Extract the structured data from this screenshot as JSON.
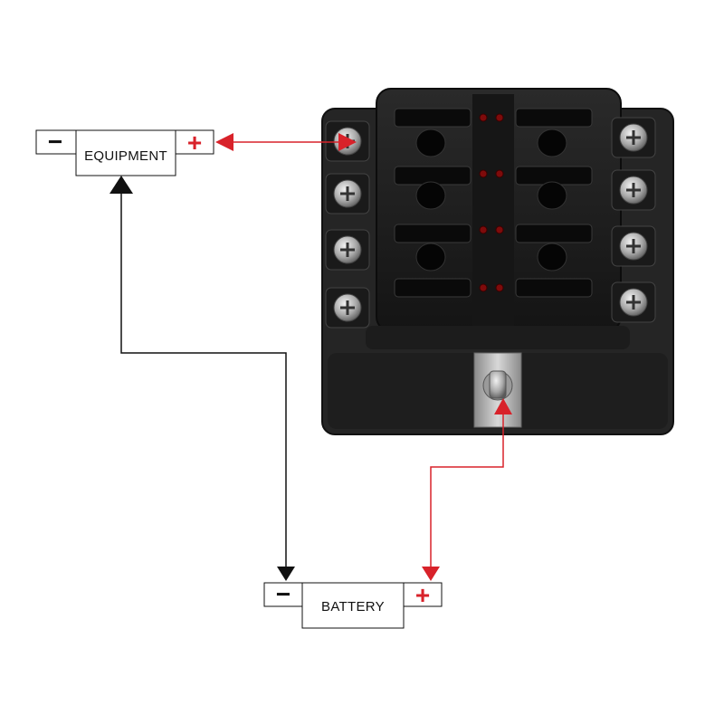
{
  "equipment": {
    "label": "EQUIPMENT",
    "negative_symbol": "−",
    "positive_symbol": "+"
  },
  "battery": {
    "label": "BATTERY",
    "negative_symbol": "−",
    "positive_symbol": "+"
  },
  "colors": {
    "positive_wire": "#d8222a",
    "negative_wire": "#111111",
    "fuse_block_body": "#1b1b1b",
    "fuse_block_base": "#262626",
    "terminal_metal": "#b9b9b9",
    "led": "#8b0d0d"
  },
  "fuse_block": {
    "fuse_slots": 8,
    "led_count": 8,
    "left_terminals": 4,
    "right_terminals": 4
  }
}
